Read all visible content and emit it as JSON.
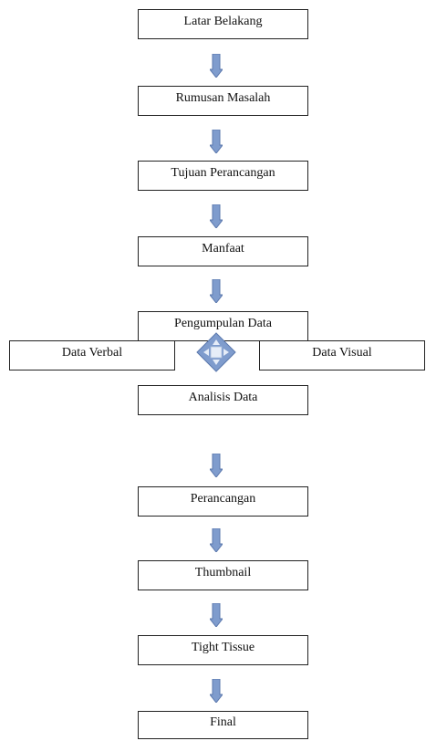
{
  "flow": {
    "steps": [
      {
        "label": "Latar Belakang"
      },
      {
        "label": "Rumusan Masalah"
      },
      {
        "label": "Tujuan Perancangan"
      },
      {
        "label": "Manfaat"
      },
      {
        "label": "Pengumpulan Data"
      },
      {
        "label": "Analisis Data"
      },
      {
        "label": "Perancangan"
      },
      {
        "label": "Thumbnail"
      },
      {
        "label": "Tight Tissue"
      },
      {
        "label": "Final"
      }
    ],
    "branches": {
      "left": {
        "label": "Data Verbal"
      },
      "right": {
        "label": "Data Visual"
      }
    }
  },
  "colors": {
    "arrow_fill": "#7f9ccd",
    "arrow_stroke": "#5b78ad",
    "box_border": "#222222"
  }
}
